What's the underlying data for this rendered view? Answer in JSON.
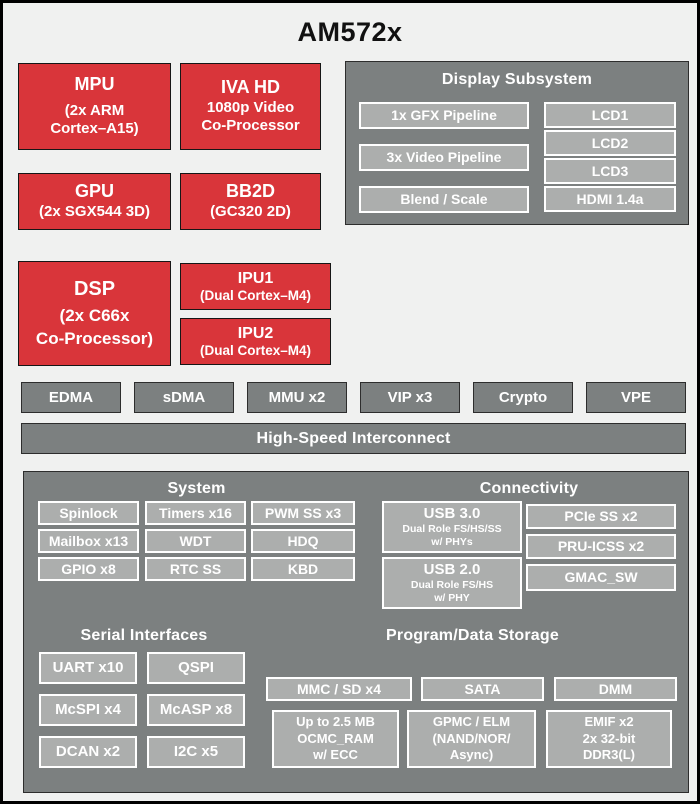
{
  "title": "AM572x",
  "colors": {
    "red": "#D9353A",
    "dark_gray": "#7C8080",
    "light_gray": "#ACAEAD",
    "page_bg": "#F0F1F0",
    "text_white": "#FFFFFF",
    "border_black": "#000000"
  },
  "red_blocks": {
    "mpu": {
      "name": "MPU",
      "lines": [
        "(2x ARM",
        "Cortex–A15)"
      ]
    },
    "iva": {
      "name": "IVA HD",
      "lines": [
        "1080p Video",
        "Co-Processor"
      ]
    },
    "gpu": {
      "name": "GPU",
      "lines": [
        "(2x SGX544 3D)"
      ]
    },
    "bb2d": {
      "name": "BB2D",
      "lines": [
        "(GC320 2D)"
      ]
    },
    "dsp": {
      "name": "DSP",
      "lines": [
        "(2x C66x",
        "Co-Processor)"
      ]
    },
    "ipu1": {
      "name": "IPU1",
      "lines": [
        "(Dual Cortex–M4)"
      ]
    },
    "ipu2": {
      "name": "IPU2",
      "lines": [
        "(Dual Cortex–M4)"
      ]
    }
  },
  "display_subsystem": {
    "title": "Display Subsystem",
    "pipelines": [
      "1x GFX Pipeline",
      "3x Video Pipeline",
      "Blend / Scale"
    ],
    "outputs": [
      "LCD1",
      "LCD2",
      "LCD3",
      "HDMI 1.4a"
    ]
  },
  "dma_row": [
    "EDMA",
    "sDMA",
    "MMU x2",
    "VIP x3",
    "Crypto",
    "VPE"
  ],
  "interconnect": "High-Speed Interconnect",
  "system": {
    "title": "System",
    "items": [
      "Spinlock",
      "Timers x16",
      "PWM SS x3",
      "Mailbox x13",
      "WDT",
      "HDQ",
      "GPIO x8",
      "RTC SS",
      "KBD"
    ]
  },
  "connectivity": {
    "title": "Connectivity",
    "usb3": {
      "name": "USB 3.0",
      "lines": [
        "Dual Role FS/HS/SS",
        "w/ PHYs"
      ]
    },
    "usb2": {
      "name": "USB 2.0",
      "lines": [
        "Dual Role FS/HS",
        "w/ PHY"
      ]
    },
    "items": [
      "PCIe SS x2",
      "PRU-ICSS x2",
      "GMAC_SW"
    ]
  },
  "serial": {
    "title": "Serial Interfaces",
    "items": [
      "UART x10",
      "QSPI",
      "McSPI x4",
      "McASP x8",
      "DCAN x2",
      "I2C x5"
    ]
  },
  "storage": {
    "title": "Program/Data Storage",
    "row1": [
      "MMC / SD x4",
      "SATA",
      "DMM"
    ],
    "row2": [
      {
        "lines": [
          "Up to 2.5 MB",
          "OCMC_RAM",
          "w/ ECC"
        ]
      },
      {
        "lines": [
          "GPMC / ELM",
          "(NAND/NOR/",
          "Async)"
        ]
      },
      {
        "lines": [
          "EMIF x2",
          "2x 32-bit",
          "DDR3(L)"
        ]
      }
    ]
  }
}
